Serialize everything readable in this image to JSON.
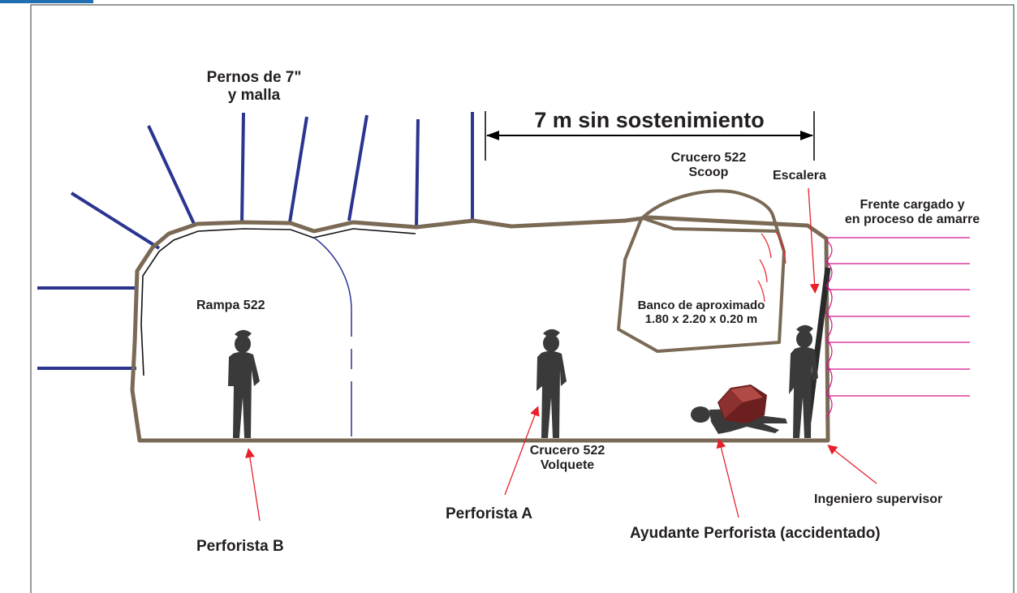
{
  "labels": {
    "bolts": [
      "Pernos de 7\"",
      "y malla"
    ],
    "span": "7 m sin sostenimiento",
    "scoop": [
      "Crucero 522",
      "Scoop"
    ],
    "ladder": "Escalera",
    "face": [
      "Frente cargado y",
      "en proceso de amarre"
    ],
    "ramp": "Rampa 522",
    "bench": [
      "Banco de aproximado",
      "1.80 x 2.20 x 0.20 m"
    ],
    "truck": [
      "Crucero 522",
      "Volquete"
    ],
    "driller_a": "Perforista A",
    "driller_b": "Perforista B",
    "helper": "Ayudante Perforista (accidentado)",
    "engineer": "Ingeniero supervisor"
  },
  "colors": {
    "tunnel_outline": "#7a6a55",
    "bolts": "#2b3590",
    "pointer_arrows": "#e8202a",
    "face_lines": "#d6148c",
    "person": "#3a3a3a",
    "rock": "#6b1f1f",
    "corner_tab": "#1f6fb2"
  }
}
